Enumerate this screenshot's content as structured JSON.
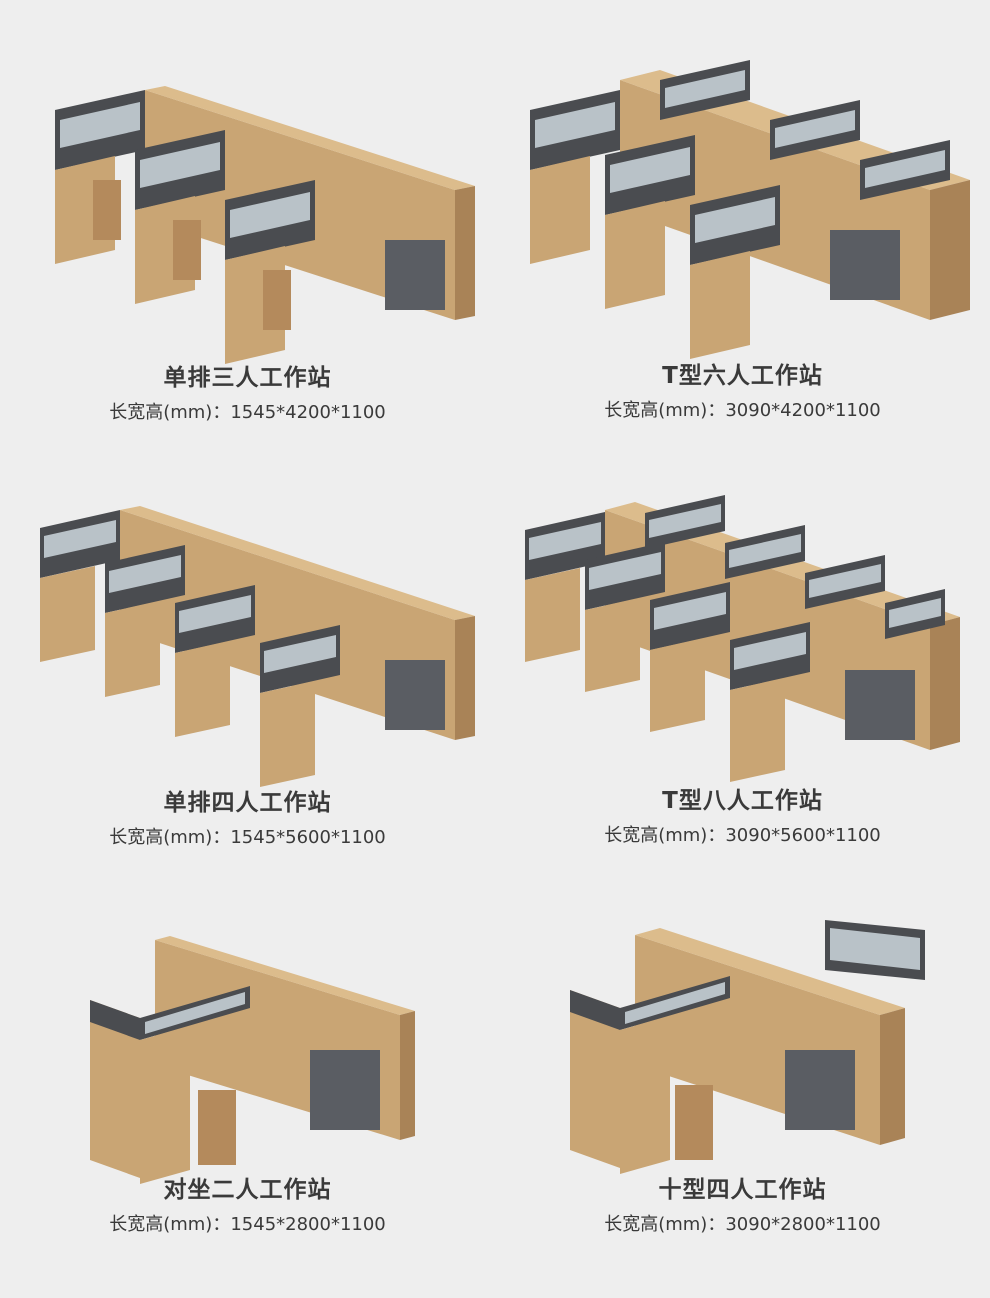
{
  "colors": {
    "background": "#eeeeee",
    "wood": "#c9a574",
    "wood_dark": "#a98357",
    "frame": "#4a4c50",
    "glass": "#b9c2c8",
    "cabinet": "#5a5d63",
    "text": "#3a3a3a"
  },
  "products": [
    {
      "title": "单排三人工作站",
      "spec": "长宽高(mm)：1545*4200*1100",
      "image": "desk-icon"
    },
    {
      "title": "T型六人工作站",
      "spec": "长宽高(mm)：3090*4200*1100",
      "image": "desk-icon"
    },
    {
      "title": "单排四人工作站",
      "spec": "长宽高(mm)：1545*5600*1100",
      "image": "desk-icon"
    },
    {
      "title": "T型八人工作站",
      "spec": "长宽高(mm)：3090*5600*1100",
      "image": "desk-icon"
    },
    {
      "title": "对坐二人工作站",
      "spec": "长宽高(mm)：1545*2800*1100",
      "image": "desk-icon"
    },
    {
      "title": "十型四人工作站",
      "spec": "长宽高(mm)：3090*2800*1100",
      "image": "desk-icon"
    }
  ]
}
